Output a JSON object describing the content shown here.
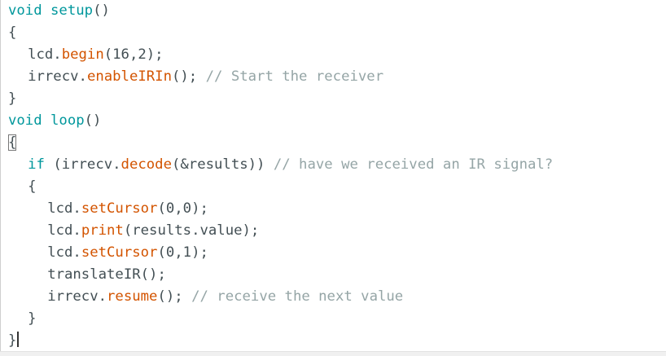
{
  "code": {
    "kw_void": "void",
    "fn_setup": "setup",
    "fn_loop": "loop",
    "parens": "()",
    "open_brace": "{",
    "close_brace": "}",
    "line_lcd_begin": {
      "obj": "lcd.",
      "method": "begin",
      "args": "(16,2);"
    },
    "line_enable_ir": {
      "obj": "irrecv.",
      "method": "enableIRIn",
      "args": "();",
      "comment": "// Start the receiver"
    },
    "line_if": {
      "keyword": "if",
      "pre": "(irrecv.",
      "method": "decode",
      "args": "(&results))",
      "comment": "// have we received an IR signal?"
    },
    "line_setcursor_1": {
      "obj": "lcd.",
      "method": "setCursor",
      "args": "(0,0);"
    },
    "line_print": {
      "obj": "lcd.",
      "method": "print",
      "args": "(results.value);"
    },
    "line_setcursor_2": {
      "obj": "lcd.",
      "method": "setCursor",
      "args": "(0,1);"
    },
    "line_translate": {
      "text": "translateIR();"
    },
    "line_resume": {
      "obj": "irrecv.",
      "method": "resume",
      "args": "();",
      "comment": "// receive the next value"
    }
  },
  "colors": {
    "keyword": "#00979c",
    "function": "#d35400",
    "comment": "#95a5a6",
    "text": "#434f54"
  }
}
